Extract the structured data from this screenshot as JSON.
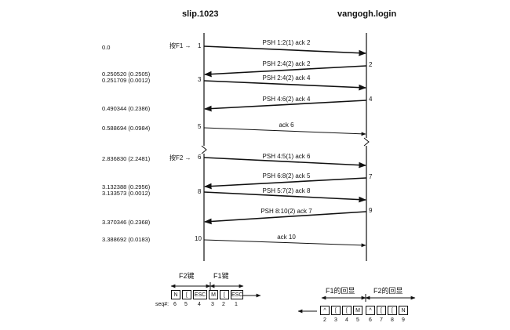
{
  "header": {
    "left": "slip.1023",
    "right": "vangogh.login"
  },
  "timestamps": [
    {
      "id": "t1",
      "text": "0.0"
    },
    {
      "id": "t2",
      "text": "0.250520 (0.2505)"
    },
    {
      "id": "t3",
      "text": "0.251709 (0.0012)"
    },
    {
      "id": "t4",
      "text": "0.490344 (0.2386)"
    },
    {
      "id": "t5",
      "text": "0.588694 (0.0984)"
    },
    {
      "id": "t6",
      "text": "2.836830 (2.2481)"
    },
    {
      "id": "t7",
      "text": "3.132388 (0.2956)"
    },
    {
      "id": "t8",
      "text": "3.133573 (0.0012)"
    },
    {
      "id": "t9",
      "text": "3.370346 (0.2368)"
    },
    {
      "id": "t10",
      "text": "3.388692 (0.0183)"
    }
  ],
  "keypresses": {
    "f1": "按F1 →",
    "f2": "按F2 →"
  },
  "segments": [
    {
      "n": "1",
      "label": "PSH 1:2(1) ack 2"
    },
    {
      "n": "2",
      "label": "PSH 2:4(2) ack 2"
    },
    {
      "n": "3",
      "label": "PSH 2:4(2) ack 4"
    },
    {
      "n": "4",
      "label": "PSH 4:6(2) ack 4"
    },
    {
      "n": "5",
      "label": "ack 6"
    },
    {
      "n": "6",
      "label": "PSH 4:5(1) ack 6"
    },
    {
      "n": "7",
      "label": "PSH 6:8(2) ack 5"
    },
    {
      "n": "8",
      "label": "PSH 5:7(2) ack 8"
    },
    {
      "n": "9",
      "label": "PSH 8:10(2) ack 7"
    },
    {
      "n": "10",
      "label": "ack 10"
    }
  ],
  "input_buffer": {
    "f2_label": "F2键",
    "f1_label": "F1键",
    "cells": [
      "N",
      "[",
      "ESC",
      "M",
      "[",
      "ESC"
    ],
    "seq_label": "seq#:",
    "seq": [
      "6",
      "5",
      "4",
      "3",
      "2",
      "1"
    ]
  },
  "echo_buffer": {
    "f1_label": "F1的回显",
    "f2_label": "F2的回显",
    "cells": [
      "^",
      "[",
      "[",
      "M",
      "^",
      "[",
      "[",
      "N"
    ],
    "seq": [
      "2",
      "3",
      "4",
      "5",
      "6",
      "7",
      "8",
      "9"
    ]
  }
}
